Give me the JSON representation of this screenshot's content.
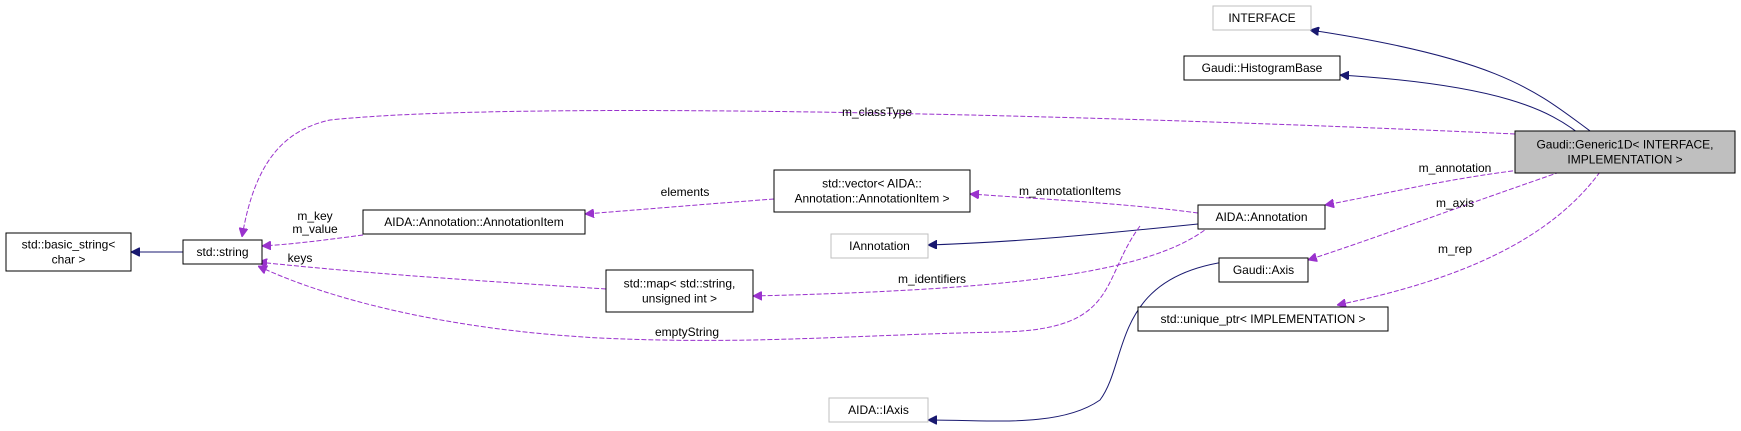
{
  "diagram": {
    "colors": {
      "inheritance": "#191970",
      "usage": "#9a32cd",
      "node_border": "#000000",
      "muted_border": "#bfbfbf",
      "highlight_fill": "#bfbfbf",
      "background": "#ffffff"
    },
    "nodes": {
      "generic1d": {
        "lines": [
          "Gaudi::Generic1D< INTERFACE,",
          "IMPLEMENTATION >"
        ],
        "style": "highlight"
      },
      "interface": {
        "lines": [
          "INTERFACE"
        ],
        "style": "muted"
      },
      "histogram_base": {
        "lines": [
          "Gaudi::HistogramBase"
        ],
        "style": "normal"
      },
      "aida_annotation": {
        "lines": [
          "AIDA::Annotation"
        ],
        "style": "normal"
      },
      "gaudi_axis": {
        "lines": [
          "Gaudi::Axis"
        ],
        "style": "normal"
      },
      "unique_ptr": {
        "lines": [
          "std::unique_ptr< IMPLEMENTATION >"
        ],
        "style": "normal"
      },
      "vector": {
        "lines": [
          "std::vector< AIDA::",
          "Annotation::AnnotationItem >"
        ],
        "style": "normal"
      },
      "iannotation": {
        "lines": [
          "IAnnotation"
        ],
        "style": "muted"
      },
      "map": {
        "lines": [
          "std::map< std::string,",
          "unsigned int >"
        ],
        "style": "normal"
      },
      "annotation_item": {
        "lines": [
          "AIDA::Annotation::AnnotationItem"
        ],
        "style": "normal"
      },
      "string": {
        "lines": [
          "std::string"
        ],
        "style": "normal"
      },
      "basic_string": {
        "lines": [
          "std::basic_string<",
          "char >"
        ],
        "style": "normal"
      },
      "iaxis": {
        "lines": [
          "AIDA::IAxis"
        ],
        "style": "muted"
      }
    },
    "edges": [
      {
        "id": "e-interface",
        "kind": "inheritance",
        "label": ""
      },
      {
        "id": "e-histobase",
        "kind": "inheritance",
        "label": ""
      },
      {
        "id": "e-classtype",
        "kind": "usage",
        "label": "m_classType"
      },
      {
        "id": "e-annotation",
        "kind": "usage",
        "label": "m_annotation"
      },
      {
        "id": "e-axis",
        "kind": "usage",
        "label": "m_axis"
      },
      {
        "id": "e-rep",
        "kind": "usage",
        "label": "m_rep"
      },
      {
        "id": "e-annotationitems",
        "kind": "usage",
        "label": "m_annotationItems"
      },
      {
        "id": "e-iannotation",
        "kind": "inheritance",
        "label": ""
      },
      {
        "id": "e-identifiers",
        "kind": "usage",
        "label": "m_identifiers"
      },
      {
        "id": "e-emptystring",
        "kind": "usage",
        "label": "emptyString"
      },
      {
        "id": "e-elements",
        "kind": "usage",
        "label": "elements"
      },
      {
        "id": "e-keyvalue",
        "kind": "usage",
        "label_lines": [
          "m_key",
          "m_value"
        ]
      },
      {
        "id": "e-keys",
        "kind": "usage",
        "label": "keys"
      },
      {
        "id": "e-basicstring",
        "kind": "inheritance",
        "label": ""
      },
      {
        "id": "e-iaxis",
        "kind": "inheritance",
        "label": ""
      }
    ]
  }
}
